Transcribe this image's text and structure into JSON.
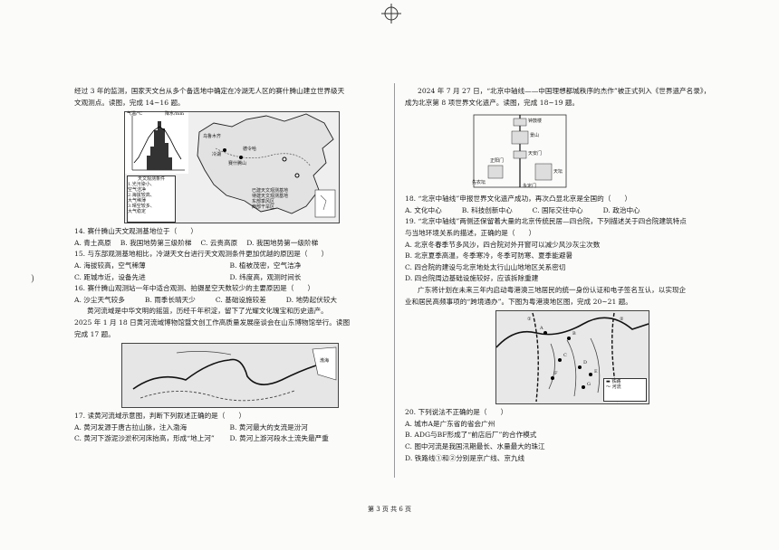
{
  "header": {
    "footer": "第 3 页 共 6 页"
  },
  "left": {
    "intro1": "经过 3 年的监测，国家天文台从多个备选地中确定在冷湖无人区的赛什腾山建立世界级天",
    "intro2": "文观测点。读图，完成 14~16 题。",
    "fig1": {
      "climate_unit": "气温/℃",
      "rain_unit": "降水/mm",
      "map_labels": [
        "乌鲁木齐",
        "冷湖",
        "赛什腾山",
        "德令哈"
      ],
      "legend_title": "天文观测条件",
      "legend_items": [
        "1.光污染小、",
        "空气洁净",
        "2.海拔较高、",
        "大气稀薄",
        "3.晴空较多、",
        "大气稳定"
      ],
      "map_legend": [
        "已建天文观测基地",
        "待建天文观测基地",
        "东部季风区",
        "西部干旱区"
      ]
    },
    "q14": "14. 赛什腾山天文观测基地位于（　　）",
    "q14_opts": [
      "A. 青土高原",
      "B. 我国地势第三级阶梯",
      "C. 云贵高原",
      "D. 我国地势第一级阶梯"
    ],
    "q15": "15. 与东部观测基地相比，冷湖天文台进行天文观测条件更加优越的原因是（　　）",
    "q15_opts": [
      "A. 海拔较高，空气稀薄",
      "B. 植被茂密，空气洁净",
      "C. 距城市近，设备先进",
      "D. 纬度高，观测时间长"
    ],
    "q16": "16. 赛什腾山观测站一年中适合观测、拍摄星空天数较少的主要原因是（　　）",
    "q16_opts": [
      "A. 沙尘天气较多",
      "B. 雨季长晴天少",
      "C. 基础设施较差",
      "D. 地势起伏较大"
    ],
    "intro2a": "黄河流域是中华文明的摇篮，历经千年积淀，留下了光耀文化瑰宝和历史遗产。",
    "intro2b": "2025 年 1 月 18 日黄河流域博物馆暨文创工作高质量发展座谈会在山东博物馆举行。读图",
    "intro2c": "完成 17 题。",
    "fig2": {
      "label": "渤海"
    },
    "q17": "17. 读黄河流域示意图，判断下列叙述正确的是（　　）",
    "q17_opts": [
      "A. 黄河发源于唐古拉山脉，注入渤海",
      "B. 黄河最大的支流是汾河",
      "C. 黄河下游泥沙淤积河床抬高，形成“地上河”",
      "D. 黄河上游河段水土流失最严重"
    ]
  },
  "right": {
    "intro1": "2024 年 7 月 27 日，“北京中轴线——中国理想都城秩序的杰作”被正式列入《世界遗产名录》，",
    "intro2": "成为北京第 8 项世界文化遗产。读图，完成 18~19 题。",
    "fig3": {
      "labels": [
        "钟鼓楼",
        "景山",
        "天坛",
        "先农坛",
        "天安门",
        "正阳门",
        "永定门"
      ]
    },
    "q18": "18. “北京中轴线”申报世界文化遗产成功，再次凸显北京是全国的（　　）",
    "q18_opts": [
      "A. 文化中心",
      "B. 科技创新中心",
      "C. 国际交往中心",
      "D. 政治中心"
    ],
    "q19a": "19. “北京中轴线”两侧还保留着大量的北京传统民居—四合院，下列描述关于四合院建筑特点",
    "q19b": "与当地环境关系的描述，正确的是（　　）",
    "q19_opts": [
      "A. 北京冬春季节多风沙，四合院对外开窗可以减少风沙灰尘次数",
      "B. 北京夏季高温，冬季寒冷，冬季可防寒、夏季能避暑",
      "C. 四合院的建设与北京地处太行山山地地区关系密切",
      "D. 四合院周边基础设施较好，应该拆除重建"
    ],
    "intro3a": "广东将计划在未来三年内启动粤港澳三地居民的统一身份认证和电子签名互认，以实现企",
    "intro3b": "业和居民高频事项的“跨境通办”。下图为粤港澳地区图，完成 20~21 题。",
    "fig4": {
      "marks": [
        "A",
        "B",
        "C",
        "D",
        "E",
        "F",
        "G",
        "①",
        "②"
      ],
      "legend": [
        "铁路",
        "河流"
      ]
    },
    "q20": "20. 下列说法不正确的是（　　）",
    "q20_opts": [
      "A. 城市A是广东省的省会广州",
      "B. ADG与BF形成了“前店后厂”的合作模式",
      "C. 图中河流是我国汛期最长、水量最大的珠江",
      "D. 铁路线①和②分别是京广线、京九线"
    ]
  }
}
